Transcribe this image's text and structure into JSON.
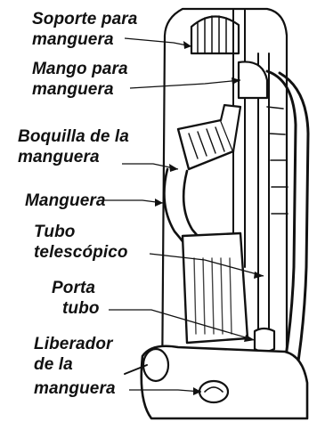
{
  "labels": {
    "soporte_1": "Soporte para",
    "soporte_2": "manguera",
    "mango_1": "Mango para",
    "mango_2": "manguera",
    "boquilla_1": "Boquilla de la",
    "boquilla_2": "manguera",
    "manguera": "Manguera",
    "tubo_1": "Tubo",
    "tubo_2": "telescópico",
    "porta_1": "Porta",
    "porta_2": "tubo",
    "liberador_1": "Liberador",
    "liberador_2": "de la",
    "liberador_3": "manguera"
  },
  "colors": {
    "ink": "#111111",
    "paper": "#ffffff",
    "shade": "#444444"
  }
}
